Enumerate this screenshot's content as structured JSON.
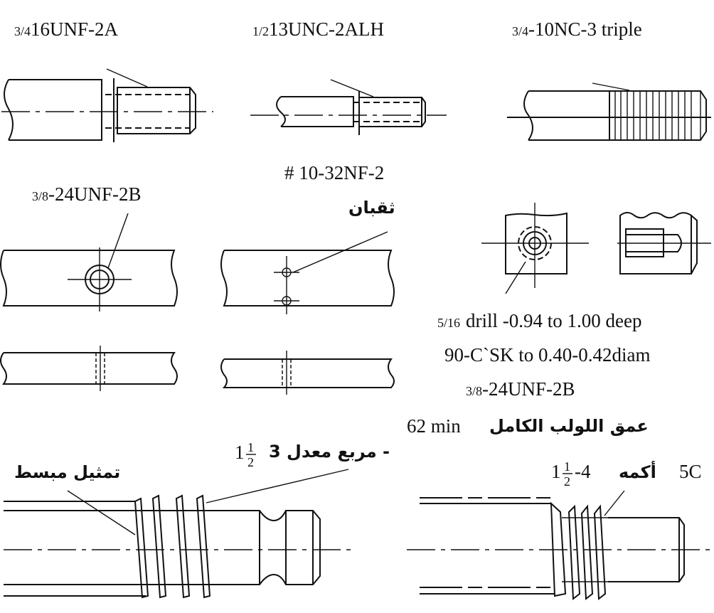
{
  "labels": {
    "thread_1_frac": "3/4",
    "thread_1": "16UNF-2A",
    "thread_2_frac": "1/2",
    "thread_2": "13UNC-2ALH",
    "thread_3_frac": "3/4",
    "thread_3": "-10NC-3 triple",
    "hole_1_frac": "3/8",
    "hole_1": "-24UNF-2B",
    "hole_2": "# 10-32NF-2",
    "hole_2_ar": "ثقبان",
    "drill_frac": "5/16",
    "drill": "drill -0.94 to 1.00 deep",
    "csk": "90-C`SK to 0.40-0.42diam",
    "tap_frac": "3/8",
    "tap": "-24UNF-2B",
    "depth_ar": "عمق اللولب الكامل",
    "depth": "62 min",
    "simplified_ar": "تمثيل مبسط",
    "square_ar": "مربع معدل 3 -",
    "square_whole": "1",
    "acme_ar": "أكمه",
    "acme_class": "5C",
    "acme_whole": "1",
    "acme_tpi": "-4",
    "half_num": "1",
    "half_den": "2"
  }
}
